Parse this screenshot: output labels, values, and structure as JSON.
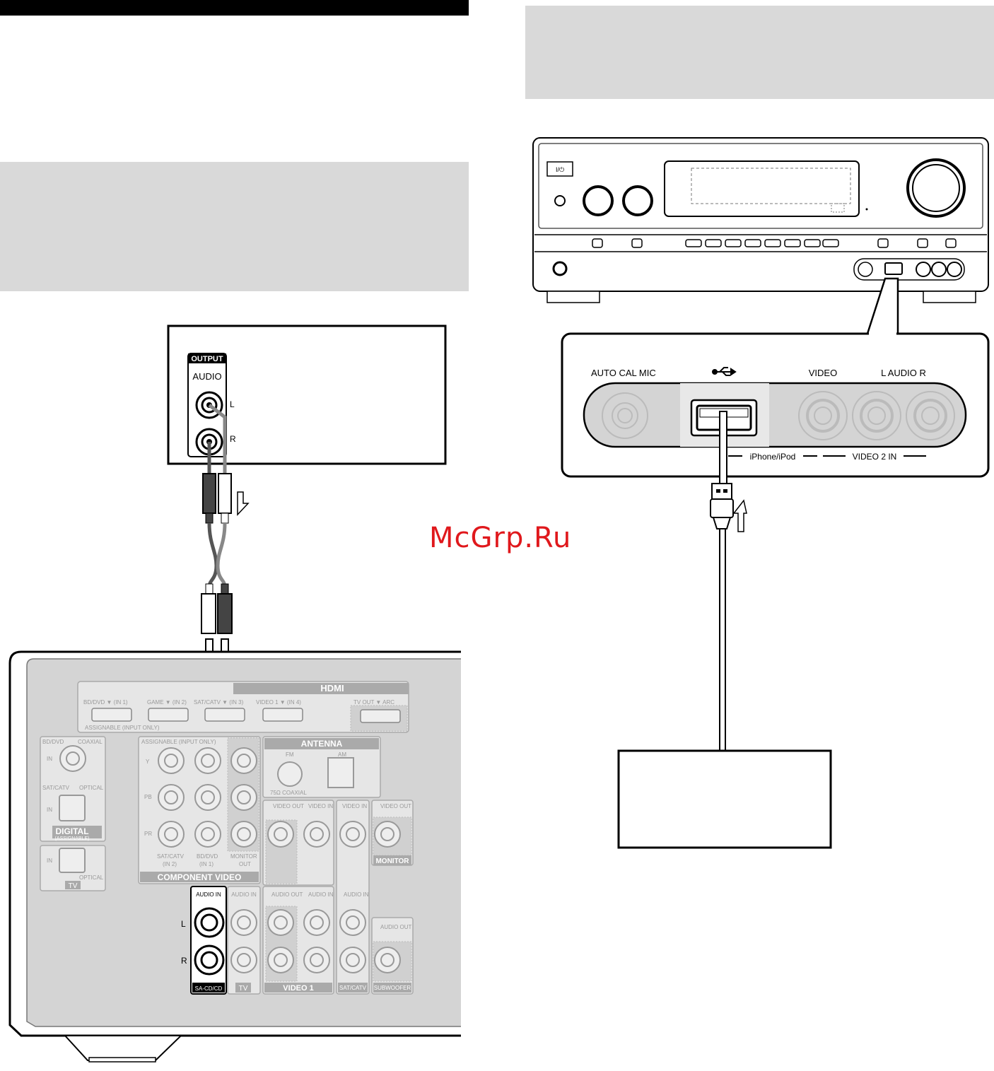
{
  "left_panel": {
    "output_box": {
      "output_label": "OUTPUT",
      "audio_label": "AUDIO",
      "l_label": "L",
      "r_label": "R"
    }
  },
  "rear_panel": {
    "hdmi": {
      "title": "HDMI",
      "bd_dvd": "BD/DVD ▼ (IN 1)",
      "game": "GAME ▼ (IN 2)",
      "sat_catv": "SAT/CATV ▼ (IN 3)",
      "video1": "VIDEO 1 ▼ (IN 4)",
      "tv_out": "TV OUT ▼ ARC",
      "assignable": "ASSIGNABLE (INPUT ONLY)"
    },
    "digital": {
      "bd_dvd": "BD/DVD",
      "coaxial": "COAXIAL",
      "in1": "IN",
      "sat_catv": "SAT/CATV",
      "optical": "OPTICAL",
      "in2": "IN",
      "title": "DIGITAL",
      "assignable": "(ASSIGNABLE)",
      "tv_in": "IN",
      "tv_optical": "OPTICAL",
      "tv_label": "TV"
    },
    "component": {
      "assignable": "ASSIGNABLE (INPUT ONLY)",
      "y": "Y",
      "pb": "PB",
      "pr": "PR",
      "sat": "SAT/CATV",
      "in2": "(IN 2)",
      "bd": "BD/DVD",
      "in1": "(IN 1)",
      "monitor": "MONITOR",
      "out": "OUT",
      "title": "COMPONENT VIDEO"
    },
    "antenna": {
      "title": "ANTENNA",
      "fm": "FM",
      "am": "AM",
      "coaxial": "75Ω COAXIAL"
    },
    "video": {
      "video_out": "VIDEO OUT",
      "video_in": "VIDEO IN",
      "video_in2": "VIDEO IN",
      "video_out2": "VIDEO OUT",
      "monitor": "MONITOR"
    },
    "audio": {
      "audio_in": "AUDIO IN",
      "l": "L",
      "r": "R",
      "sacd": "SA-CD/CD",
      "tv_audio_in": "AUDIO IN",
      "tv": "TV",
      "v1_audio_out": "AUDIO OUT",
      "v1_audio_in": "AUDIO IN",
      "video1": "VIDEO 1",
      "sat_audio_in": "AUDIO IN",
      "sat": "SAT/CATV",
      "sub_audio_out": "AUDIO OUT",
      "subwoofer": "SUBWOOFER"
    }
  },
  "right_panel": {
    "front": {
      "power": "I/⏻"
    },
    "zoom": {
      "auto_cal_mic": "AUTO  CAL  MIC",
      "video": "VIDEO",
      "l_audio_r": "L   AUDIO   R",
      "iphone_ipod": "iPhone/iPod",
      "video2_in": "VIDEO 2 IN"
    }
  },
  "watermark": "McGrp.Ru"
}
